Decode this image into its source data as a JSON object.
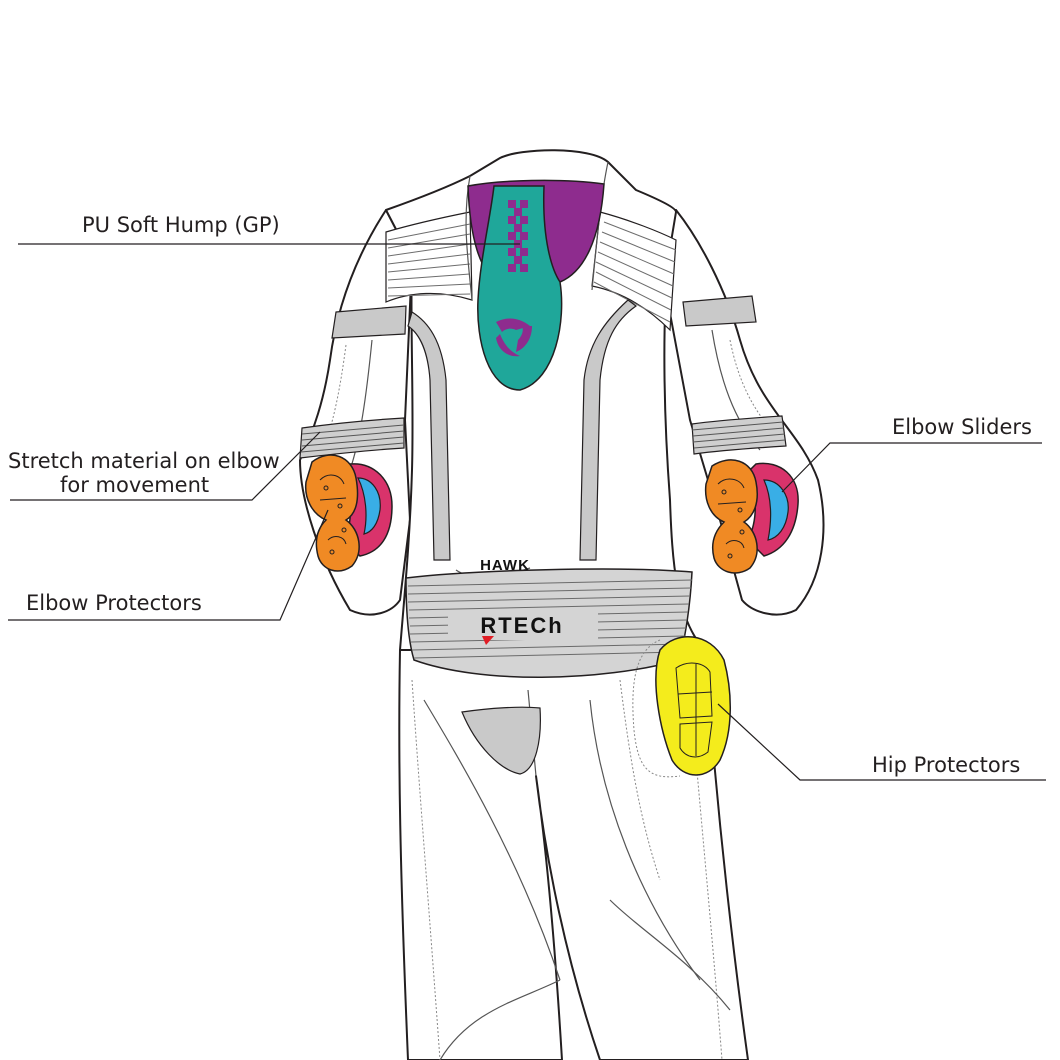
{
  "callouts": {
    "hump": "PU Soft Hump (GP)",
    "stretch_line1": "Stretch material on elbow",
    "stretch_line2": "for movement",
    "elbow_sliders": "Elbow Sliders",
    "elbow_protectors": "Elbow Protectors",
    "hip_protectors": "Hip Protectors"
  },
  "branding": {
    "model": "HAWK",
    "logo": "RTECh"
  },
  "colors": {
    "hump_purple": "#8e2c8e",
    "hump_teal": "#1fa79a",
    "elbow_protector": "#f08a24",
    "elbow_slider_pink": "#d9336b",
    "elbow_slider_blue": "#39aee6",
    "hip_protector": "#f4ec1c",
    "panel_gray": "#c9c9c9"
  }
}
